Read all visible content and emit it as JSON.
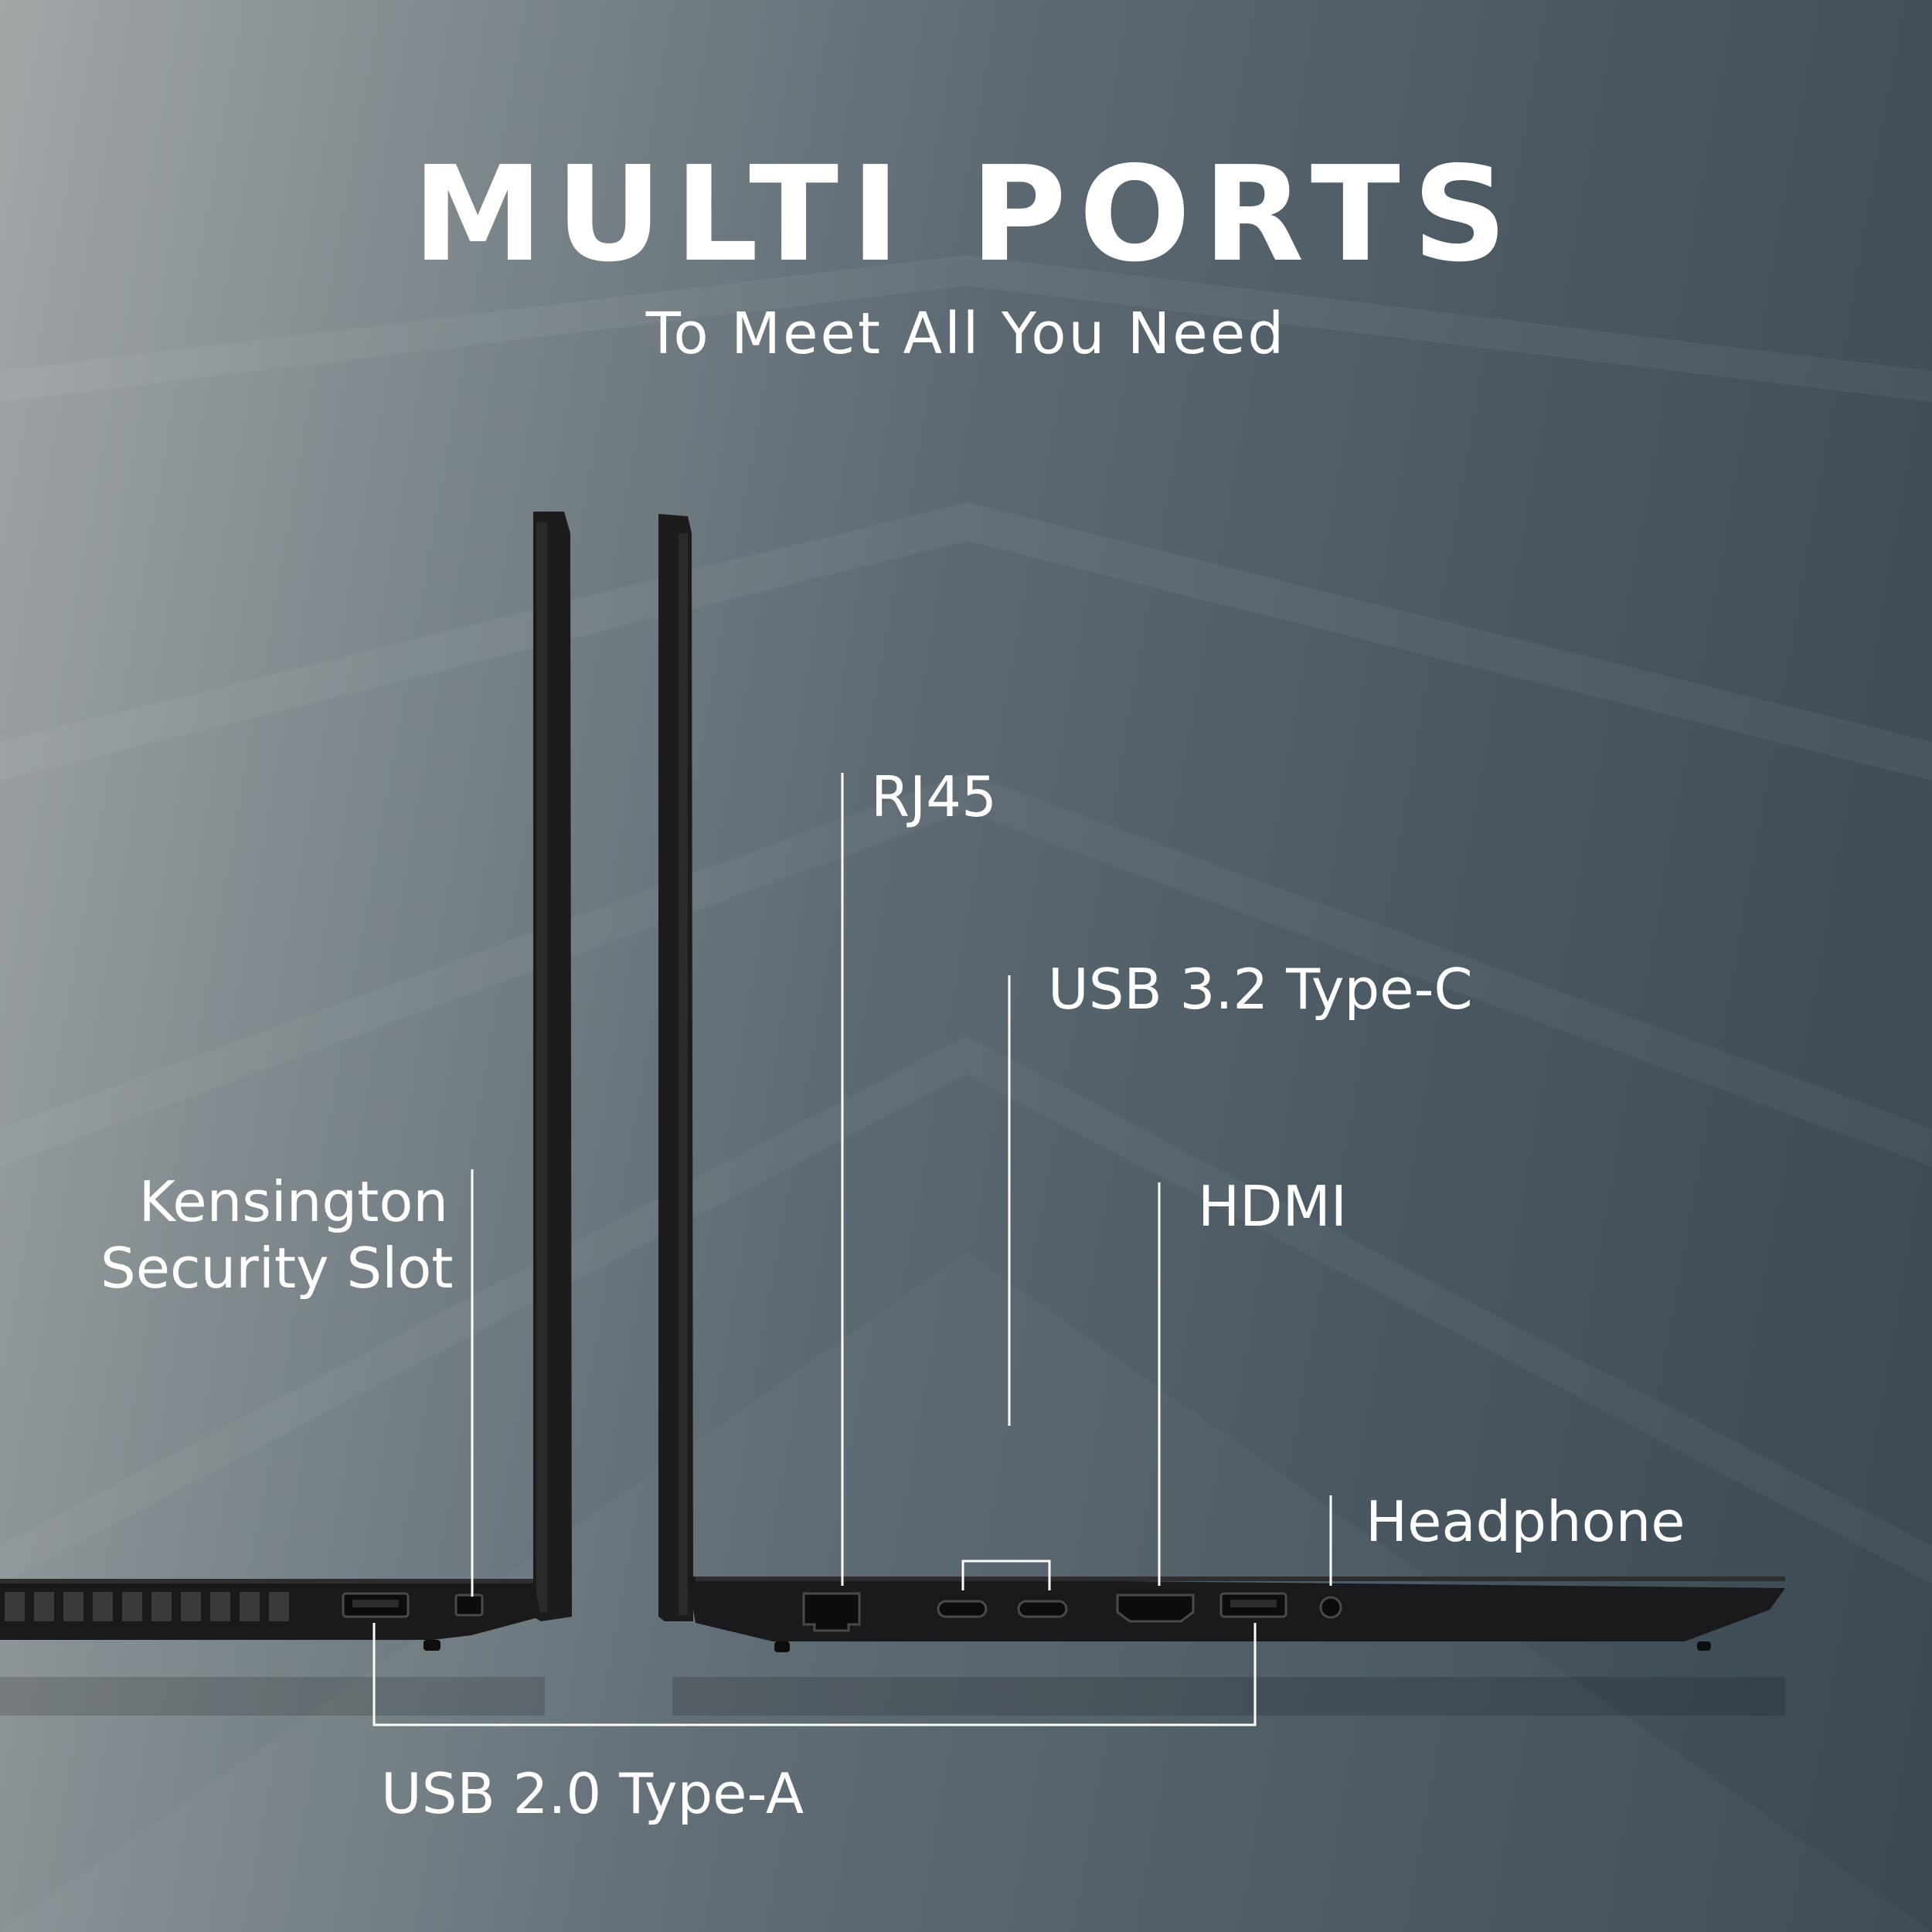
{
  "header": {
    "title": "MULTI PORTS",
    "subtitle": "To Meet All You Need"
  },
  "port_labels": {
    "kensington_line1": "Kensington",
    "kensington_line2": "Security Slot",
    "rj45": "RJ45",
    "usb_c": "USB 3.2 Type-C",
    "hdmi": "HDMI",
    "headphone": "Headphone",
    "usb_a": "USB 2.0 Type-A"
  },
  "icon_names": [
    "kensington-lock-icon",
    "usb-a-port-icon",
    "rj45-port-icon",
    "usb-c-port-icon",
    "hdmi-port-icon",
    "headphone-jack-icon"
  ],
  "colors": {
    "background_light": "#a2a7a8",
    "background_dark": "#3a4852",
    "laptop_body": "#1c1c1e",
    "text": "#ffffff",
    "callout_line": "#ffffff"
  }
}
